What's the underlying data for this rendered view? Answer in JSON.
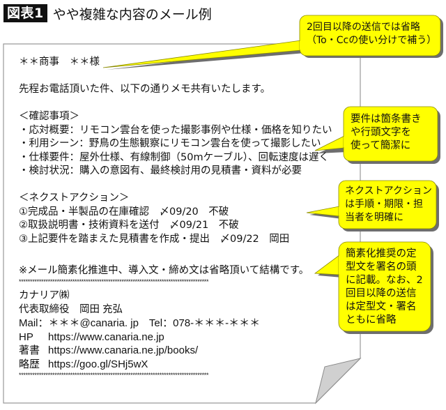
{
  "figure": {
    "badge": "図表1",
    "caption": "やや複雑な内容のメール例"
  },
  "email": {
    "addressee": "＊＊商事　＊＊様",
    "intro": "先程お電話頂いた件、以下の通りメモ共有いたします。",
    "confirm_heading": "＜確認事項＞",
    "confirm_items": [
      "・応対概要：リモコン雲台を使った撮影事例や仕様・価格を知りたい",
      "・利用シーン：野鳥の生態観察にリモコン雲台を使って撮影したい",
      "・仕様要件：屋外仕様、有線制御（50mケーブル）、回転速度は遅く",
      "・検討状況：購入の意図有、最終検討用の見積書・資料が必要"
    ],
    "next_heading": "＜ネクストアクション＞",
    "next_items": [
      "①完成品・半製品の在庫確認　〆09/20　不破",
      "②取扱説明書・技術資料を送付　〆09/21　不破",
      "③上記要件を踏まえた見積書を作成・提出　〆09/22　岡田"
    ],
    "note": "※メール簡素化推進中、導入文・締め文は省略頂いて結構です。",
    "separator": "*************************************************************************************",
    "signature": {
      "company": "カナリア㈱",
      "name": "代表取締役　岡田 充弘",
      "contact": "Mail：＊＊＊@canaria. jp　Tel：078-＊＊＊-＊＊＊",
      "hp_label": "HP",
      "hp_url": "https://www.canaria.ne.jp",
      "books_label": "著書",
      "books_url": "https://www.canaria.ne.jp/books/",
      "profile_label": "略歴",
      "profile_url": "https://goo.gl/SHj5wX"
    }
  },
  "callouts": [
    {
      "lines": [
        "2回目以降の送信では省略",
        "（To・Ccの使い分けで補う）"
      ]
    },
    {
      "lines": [
        "要件は箇条書き",
        "や行頭文字を",
        "使って簡潔に"
      ]
    },
    {
      "lines": [
        "ネクストアクション",
        "は手順・期限・担",
        "当者を明確に"
      ]
    },
    {
      "lines": [
        "簡素化推奨の定",
        "型文を署名の頭",
        "に記載。なお、2",
        "回目以降の送信",
        "は定型文・署名",
        "ともに省略"
      ]
    }
  ],
  "colors": {
    "callout_fill": "#ffff00",
    "callout_border": "#8a8a00",
    "shadow": "#6e6e6e",
    "page_border": "#9a9a9a",
    "fold_fill": "#d0d0d0"
  }
}
